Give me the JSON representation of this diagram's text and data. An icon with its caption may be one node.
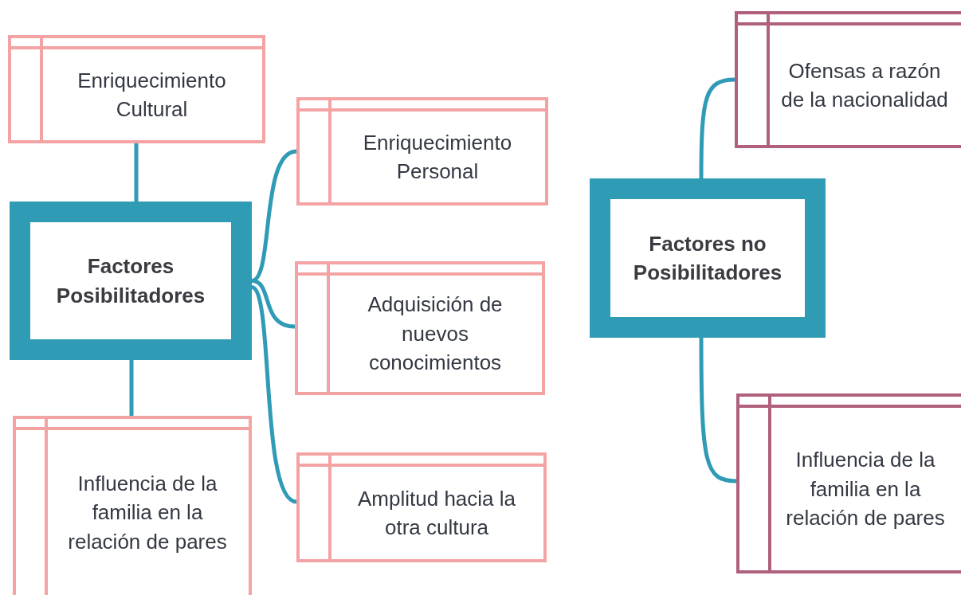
{
  "diagram": {
    "nodes": [
      {
        "text": [
          "Enriquecimiento Cultural"
        ]
      },
      {
        "text": [
          "Enriquecimiento Personal"
        ]
      },
      {
        "text": [
          "Factores Posibilitadores"
        ]
      },
      {
        "text": [
          "Adquisición de nuevos conocimientos"
        ]
      },
      {
        "text": [
          "Influencia de la familia en la relación de pares"
        ]
      },
      {
        "text": [
          "Amplitud hacia la otra cultura"
        ]
      },
      {
        "text": [
          "Ofensas a razón de la nacionalidad"
        ]
      },
      {
        "text": [
          "Factores no Posibilitadores"
        ]
      },
      {
        "text": [
          "Influencia de la familia en la relación de pares"
        ]
      }
    ],
    "edges": [
      {
        "from": 2,
        "to": 0,
        "arrow": "none"
      },
      {
        "from": 2,
        "to": 1,
        "arrow": "none"
      },
      {
        "from": 2,
        "to": 3,
        "arrow": "none"
      },
      {
        "from": 2,
        "to": 5,
        "arrow": "none"
      },
      {
        "from": 2,
        "to": 4,
        "arrow": "none"
      },
      {
        "from": 7,
        "to": 6,
        "arrow": "none"
      },
      {
        "from": 7,
        "to": 8,
        "arrow": "none"
      }
    ]
  }
}
